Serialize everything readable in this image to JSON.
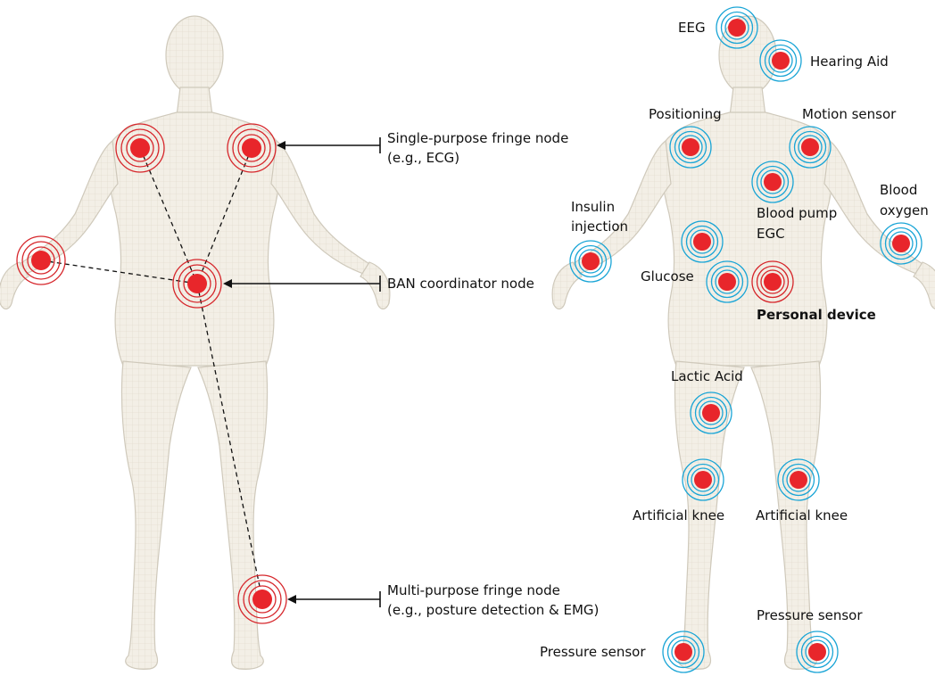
{
  "colors": {
    "node_fill": "#e8262b",
    "ring_red": "#d6262b",
    "ring_blue": "#1aa5d6",
    "body_fill": "#f1ede4",
    "body_stroke": "#cfc9bb",
    "mesh": "#ddd6c8",
    "line": "#111111"
  },
  "left_figure": {
    "callouts": {
      "single_purpose": {
        "line1": "Single-purpose fringe node",
        "line2": "(e.g., ECG)"
      },
      "coordinator": {
        "line1": "BAN coordinator node"
      },
      "multi_purpose": {
        "line1": "Multi-purpose fringe node",
        "line2": "(e.g., posture detection & EMG)"
      }
    }
  },
  "right_figure": {
    "labels": {
      "eeg": "EEG",
      "hearing_aid": "Hearing Aid",
      "positioning": "Positioning",
      "motion_sensor": "Motion sensor",
      "blood_oxygen_1": "Blood",
      "blood_oxygen_2": "oxygen",
      "insulin_1": "Insulin",
      "insulin_2": "injection",
      "blood_pump": "Blood pump",
      "egc": "EGC",
      "glucose": "Glucose",
      "personal_device": "Personal device",
      "lactic_acid": "Lactic Acid",
      "knee_left": "Artificial knee",
      "knee_right": "Artificial knee",
      "pressure_left": "Pressure sensor",
      "pressure_right": "Pressure sensor"
    }
  }
}
